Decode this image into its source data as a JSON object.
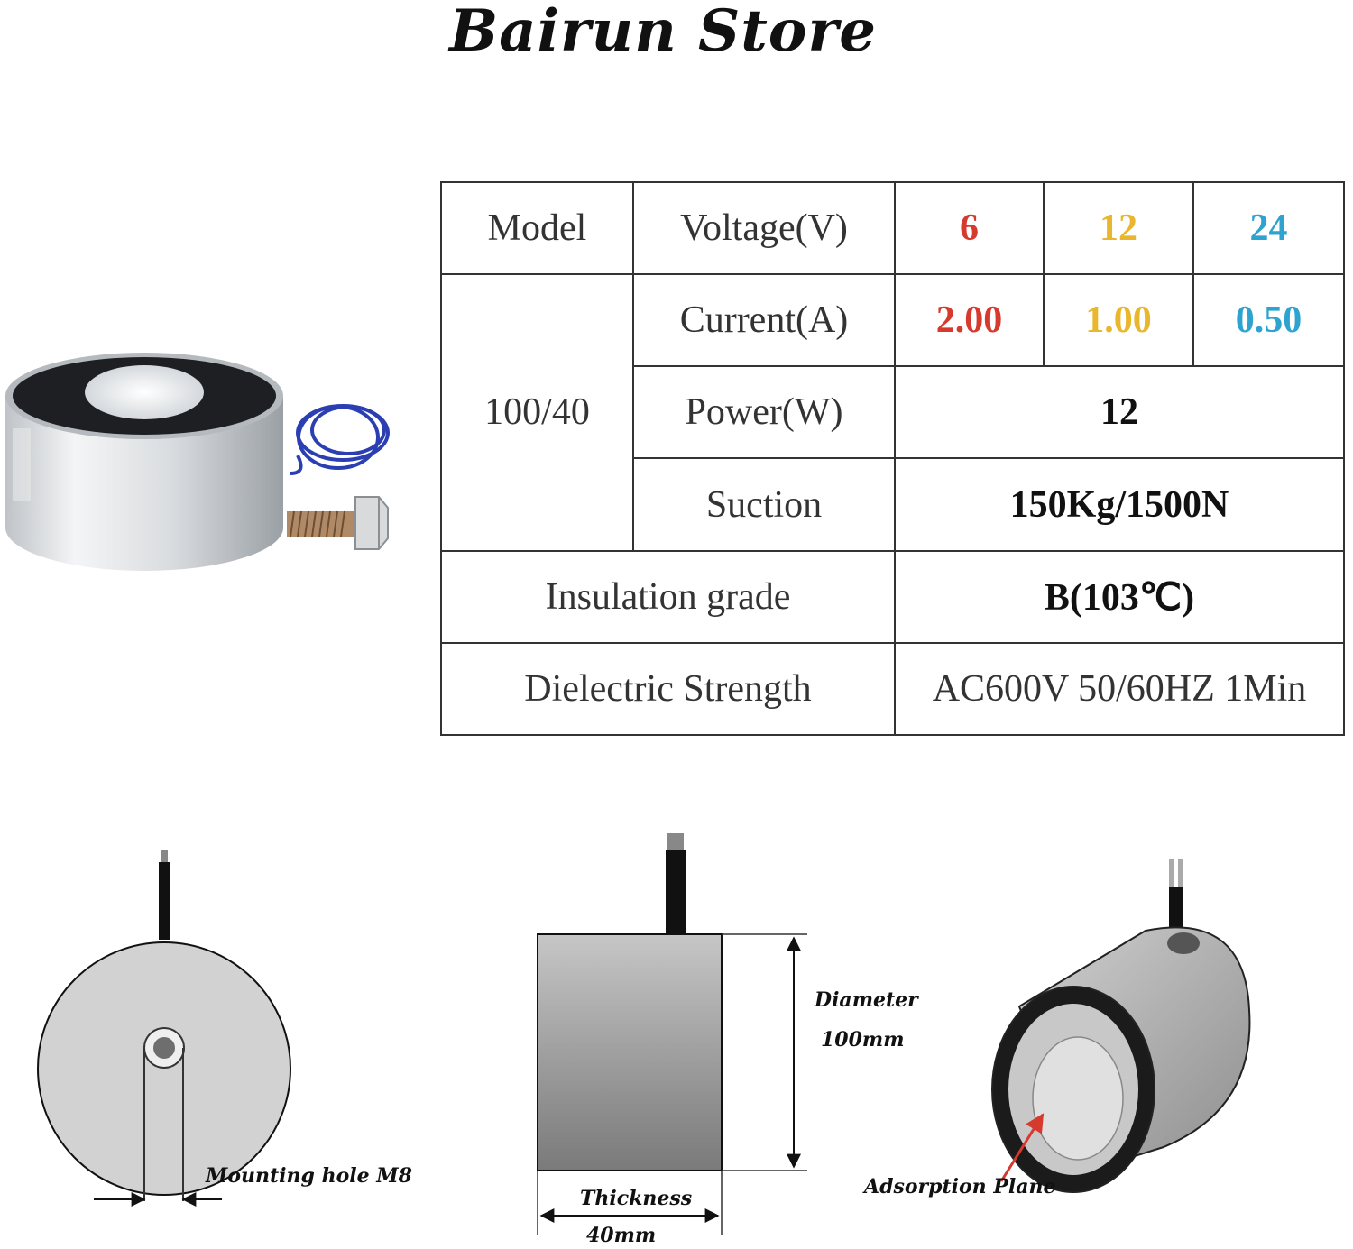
{
  "store": {
    "title": "Bairun Store"
  },
  "table": {
    "model_label": "Model",
    "model_value": "100/40",
    "voltage_label": "Voltage(V)",
    "voltages": [
      "6",
      "12",
      "24"
    ],
    "current_label": "Current(A)",
    "currents": [
      "2.00",
      "1.00",
      "0.50"
    ],
    "power_label": "Power(W)",
    "power_value": "12",
    "suction_label": "Suction",
    "suction_value": "150Kg/1500N",
    "insulation_label": "Insulation grade",
    "insulation_value": "B(103℃)",
    "dielectric_label": "Dielectric Strength",
    "dielectric_value": "AC600V 50/60HZ 1Min"
  },
  "colors": {
    "v6": "#d63a2e",
    "v12": "#e9b72d",
    "v24": "#2fa3cf",
    "wire": "#2b3fb3"
  },
  "diagram": {
    "mounting_hole": "Mounting hole M8",
    "diameter_label": "Diameter",
    "diameter_value": "100mm",
    "thickness_label": "Thickness",
    "thickness_value": "40mm",
    "adsorption_plane": "Adsorption Plane"
  }
}
